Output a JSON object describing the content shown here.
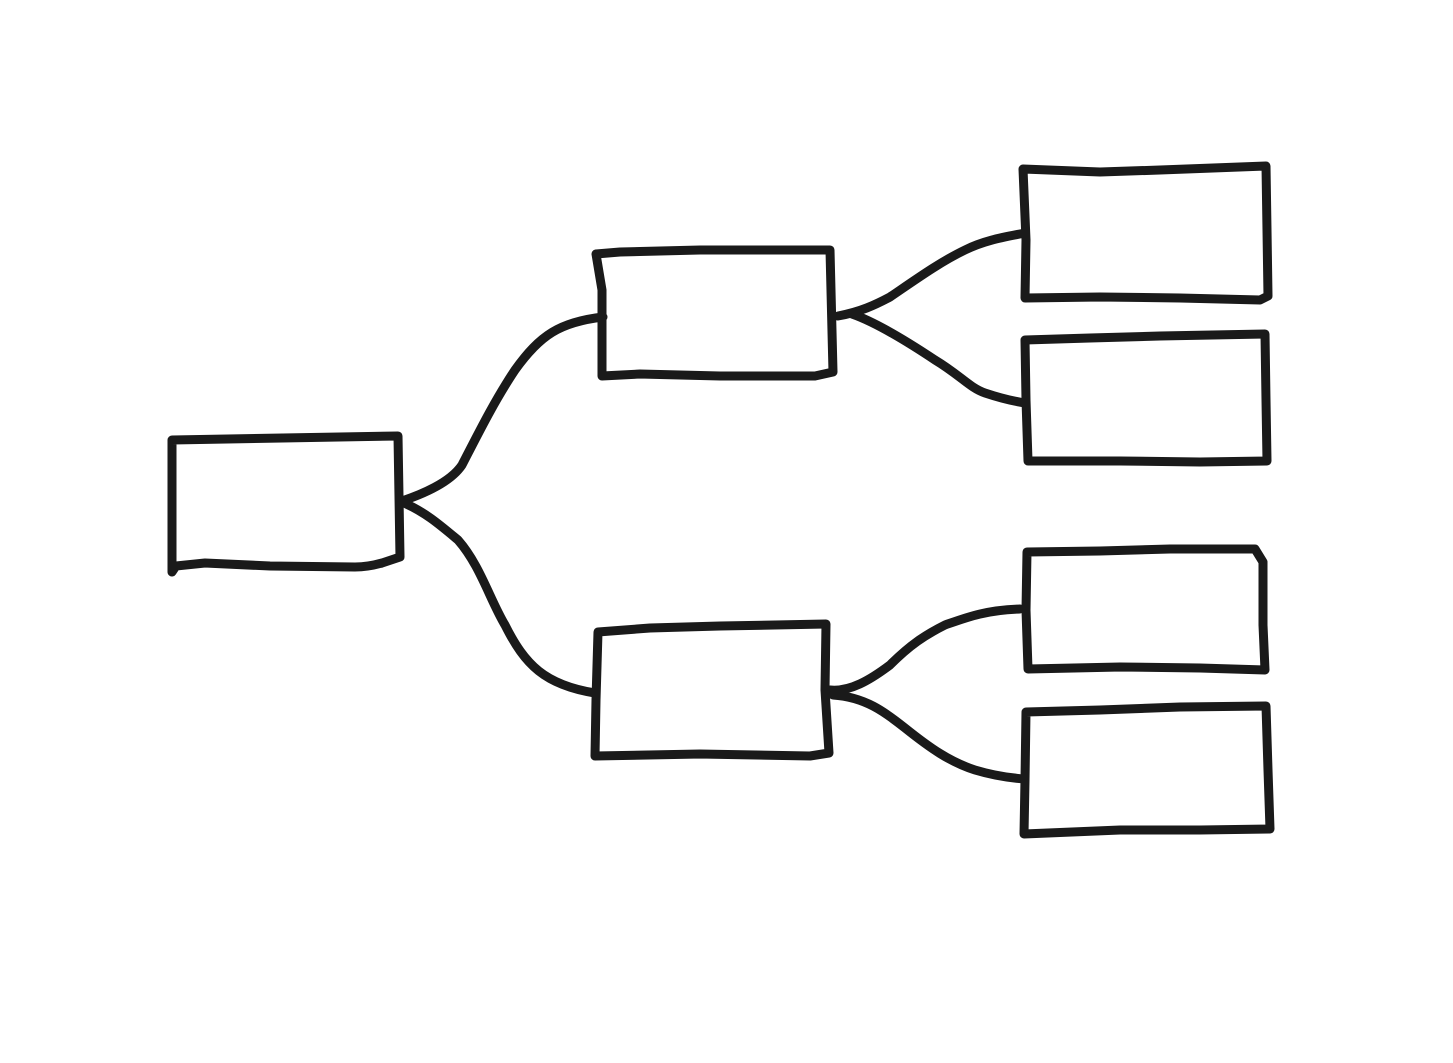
{
  "diagram": {
    "type": "tree",
    "style": "hand-drawn",
    "stroke_color": "#1a1a1a",
    "background_color": "#ffffff",
    "levels": 3,
    "nodes": [
      {
        "id": "root",
        "level": 0,
        "label": ""
      },
      {
        "id": "branch-top",
        "level": 1,
        "label": "",
        "parent": "root"
      },
      {
        "id": "branch-bottom",
        "level": 1,
        "label": "",
        "parent": "root"
      },
      {
        "id": "leaf-1",
        "level": 2,
        "label": "",
        "parent": "branch-top"
      },
      {
        "id": "leaf-2",
        "level": 2,
        "label": "",
        "parent": "branch-top"
      },
      {
        "id": "leaf-3",
        "level": 2,
        "label": "",
        "parent": "branch-bottom"
      },
      {
        "id": "leaf-4",
        "level": 2,
        "label": "",
        "parent": "branch-bottom"
      }
    ],
    "connectors": [
      {
        "from": "root",
        "to": "branch-top"
      },
      {
        "from": "root",
        "to": "branch-bottom"
      },
      {
        "from": "branch-top",
        "to": "leaf-1"
      },
      {
        "from": "branch-top",
        "to": "leaf-2"
      },
      {
        "from": "branch-bottom",
        "to": "leaf-3"
      },
      {
        "from": "branch-bottom",
        "to": "leaf-4"
      }
    ]
  }
}
